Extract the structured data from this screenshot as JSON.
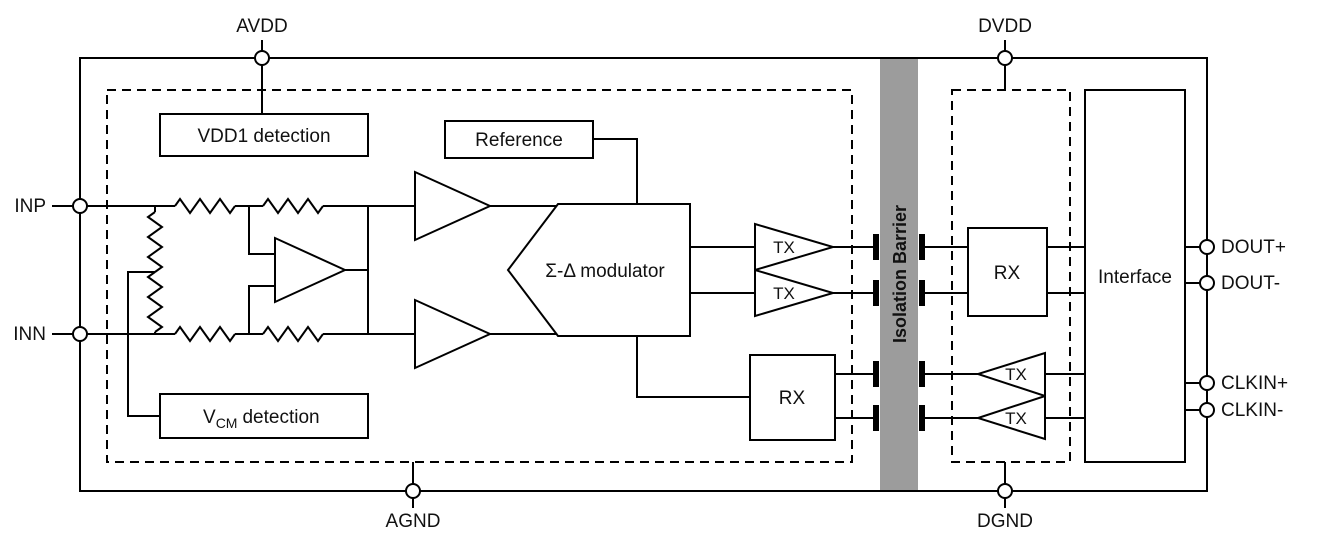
{
  "pins": {
    "avdd": "AVDD",
    "dvdd": "DVDD",
    "agnd": "AGND",
    "dgnd": "DGND",
    "inp": "INP",
    "inn": "INN",
    "doutp": "DOUT+",
    "doutn": "DOUT-",
    "clkinp": "CLKIN+",
    "clkinn": "CLKIN-"
  },
  "blocks": {
    "vdd1_detection": "VDD1 detection",
    "reference": "Reference",
    "modulator": "Σ-Δ modulator",
    "vcm_prefix": "V",
    "vcm_sub": "CM",
    "vcm_suffix": "detection",
    "isolation_barrier": "Isolation Barrier",
    "interface": "Interface",
    "rx": "RX",
    "tx": "TX"
  },
  "colors": {
    "barrier": "#9c9c9c",
    "line": "#000000",
    "background": "#ffffff"
  }
}
